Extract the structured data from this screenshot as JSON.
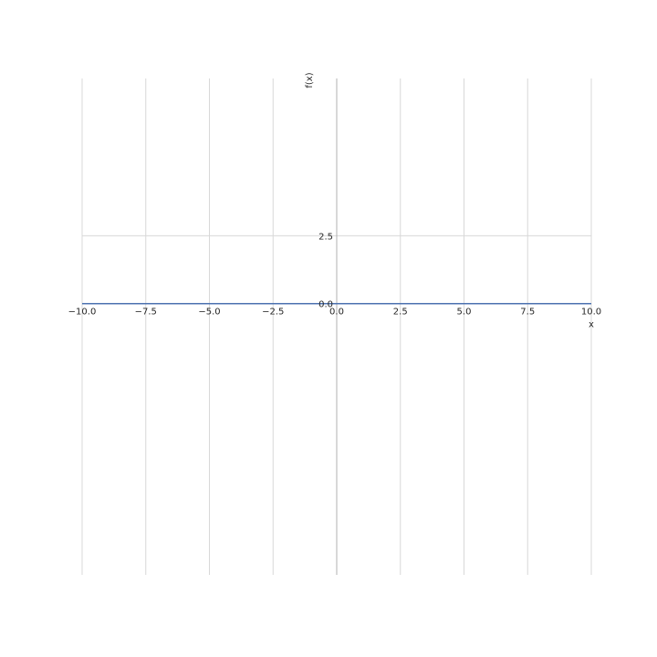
{
  "chart_data": {
    "type": "line",
    "xlabel": "x",
    "ylabel": "f(x)",
    "xlim": [
      -10,
      10
    ],
    "ylim": [
      -10,
      8.3
    ],
    "grid": true,
    "x_ticks": [
      "−10.0",
      "−7.5",
      "−5.0",
      "−2.5",
      "0.0",
      "2.5",
      "5.0",
      "7.5",
      "10.0"
    ],
    "x_tick_values": [
      -10,
      -7.5,
      -5,
      -2.5,
      0,
      2.5,
      5,
      7.5,
      10
    ],
    "y_ticks": [
      "0.0",
      "2.5"
    ],
    "y_tick_values": [
      0,
      2.5
    ],
    "series": [
      {
        "color": "#4c72b0",
        "x": [
          -10,
          -7.5,
          -5,
          -2.5,
          0,
          2.5,
          5,
          7.5,
          10
        ],
        "y": [
          0,
          0,
          0,
          0,
          0,
          0,
          0,
          0,
          0
        ]
      }
    ]
  }
}
